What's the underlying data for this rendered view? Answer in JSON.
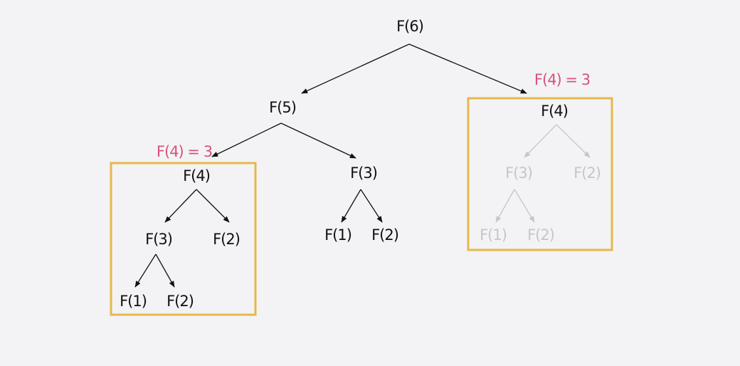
{
  "colors": {
    "background": "#f3f3f5",
    "active": "#111111",
    "faded": "#c6c6c6",
    "memo_label": "#d6537a",
    "memo_box": "#e6b84a"
  },
  "nodes": {
    "f6": "F(6)",
    "f5": "F(5)",
    "right_f4": "F(4)",
    "right_f3": "F(3)",
    "right_f2": "F(2)",
    "right_f1_leaf": "F(1)",
    "right_f2_leaf": "F(2)",
    "left_f4": "F(4)",
    "left_f3": "F(3)",
    "left_f2": "F(2)",
    "left_f1_leaf": "F(1)",
    "left_f2_leaf": "F(2)",
    "mid_f3": "F(3)",
    "mid_f1": "F(1)",
    "mid_f2": "F(2)"
  },
  "memo_labels": {
    "left": "F(4) = 3",
    "right": "F(4) = 3"
  }
}
